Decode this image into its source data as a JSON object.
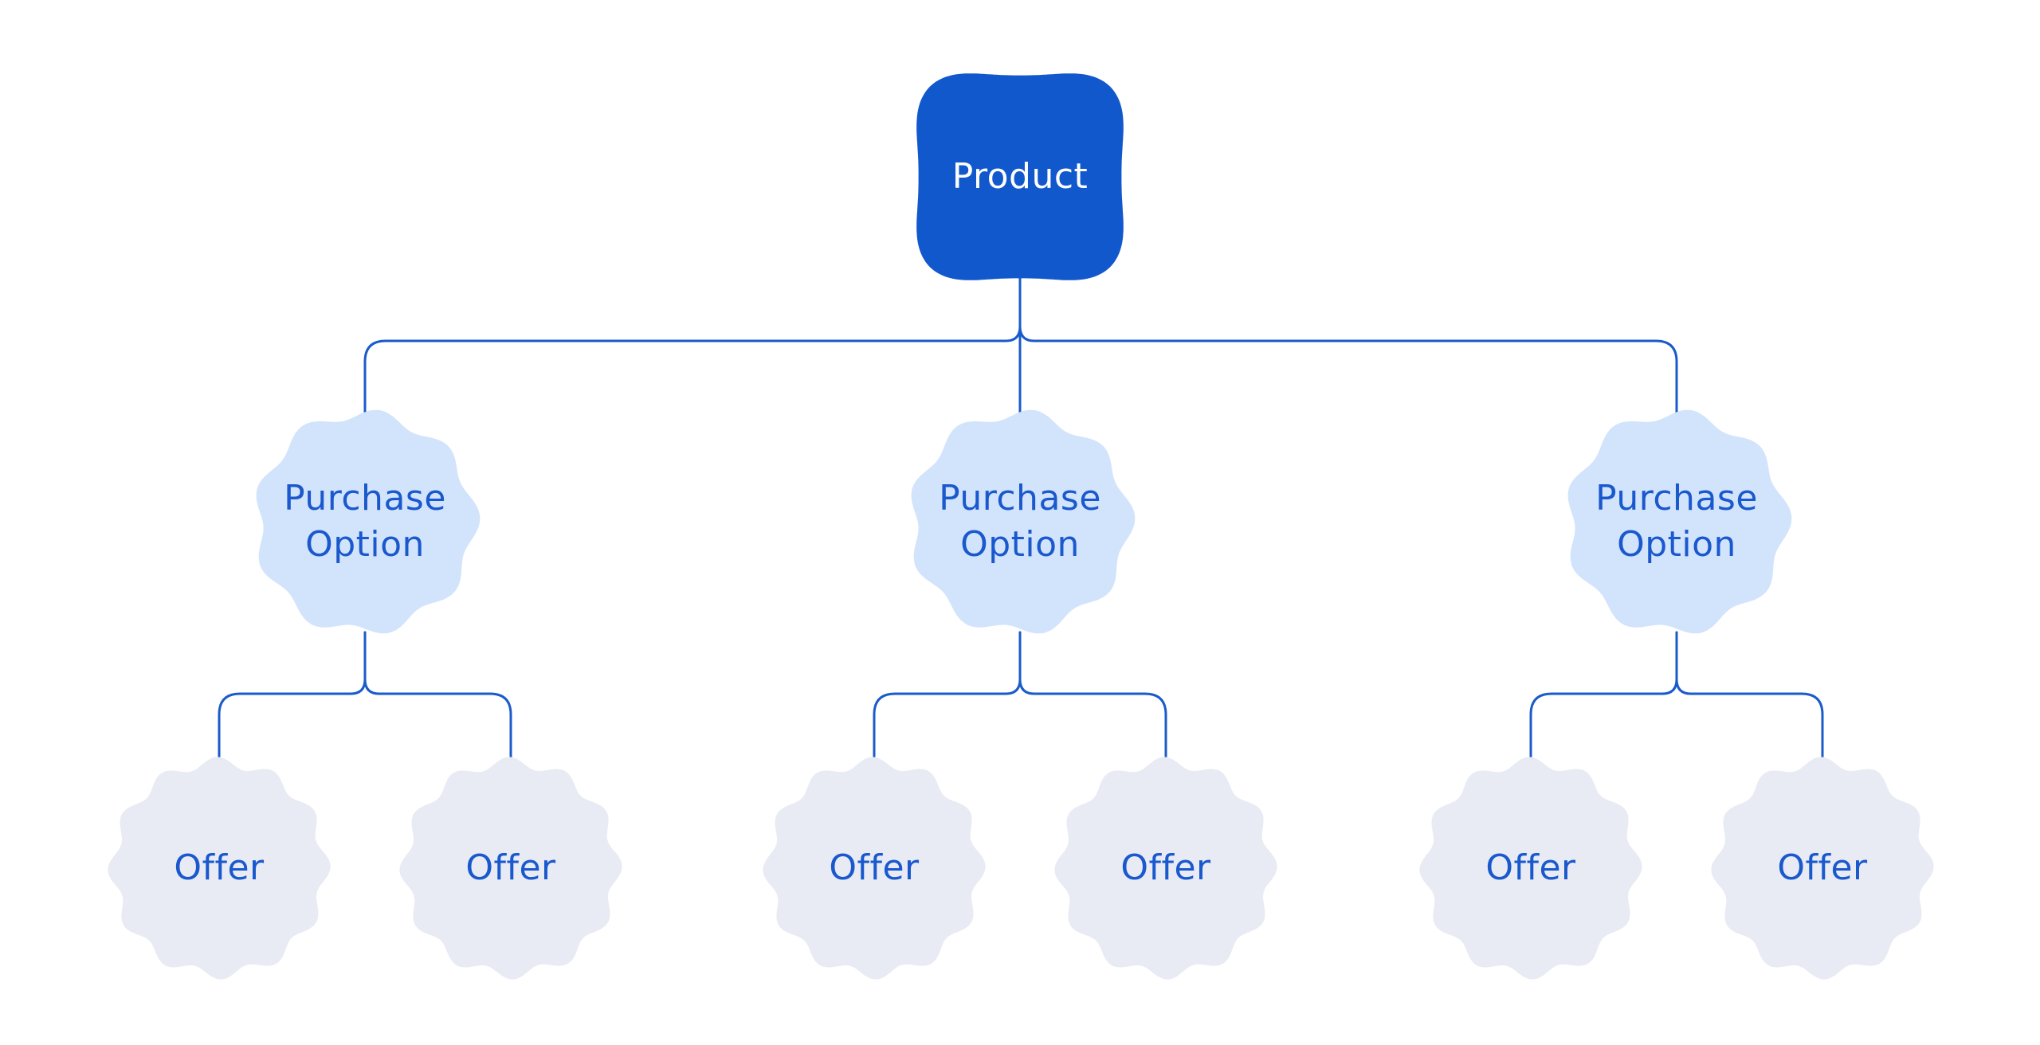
{
  "diagram": {
    "palette": {
      "background": "#ffffff",
      "product_fill": "#1258cd",
      "product_text": "#ffffff",
      "purchase_fill": "#d2e3fc",
      "offer_fill": "#e8ebf4",
      "line_blue": "#1a5bca",
      "text_blue": "#1a58cd"
    },
    "root": {
      "label": "Product"
    },
    "purchase_options": [
      {
        "label": "Purchase Option",
        "label_lines": [
          "Purchase",
          "Option"
        ],
        "offers": [
          {
            "label": "Offer"
          },
          {
            "label": "Offer"
          }
        ]
      },
      {
        "label": "Purchase Option",
        "label_lines": [
          "Purchase",
          "Option"
        ],
        "offers": [
          {
            "label": "Offer"
          },
          {
            "label": "Offer"
          }
        ]
      },
      {
        "label": "Purchase Option",
        "label_lines": [
          "Purchase",
          "Option"
        ],
        "offers": [
          {
            "label": "Offer"
          },
          {
            "label": "Offer"
          }
        ]
      }
    ]
  }
}
